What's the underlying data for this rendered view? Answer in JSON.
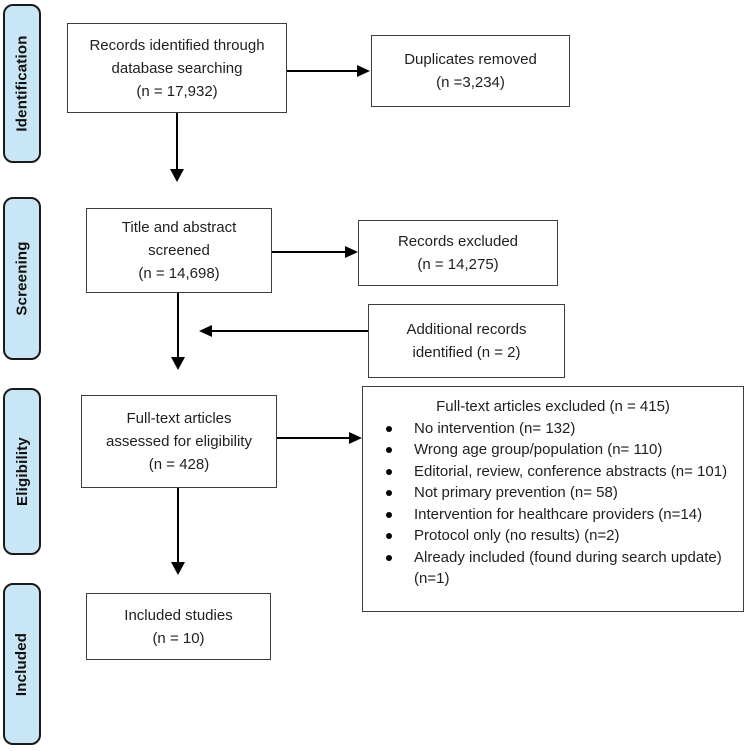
{
  "diagram": {
    "colors": {
      "stage_fill": "#c9e6f6",
      "stage_border": "#1a1a1a",
      "box_border": "#3d3d3d",
      "text": "#1f1f1f",
      "arrow": "#000000"
    },
    "sidebar": {
      "stages": [
        {
          "label": "Identification"
        },
        {
          "label": "Screening"
        },
        {
          "label": "Eligibility"
        },
        {
          "label": "Included"
        }
      ]
    },
    "boxes": {
      "records_identified": {
        "lines": [
          "Records identified through",
          "database searching",
          "(n = 17,932)"
        ]
      },
      "duplicates_removed": {
        "lines": [
          "Duplicates removed",
          "(n =3,234)"
        ]
      },
      "title_abstract_screened": {
        "lines": [
          "Title and abstract",
          "screened",
          "(n = 14,698)"
        ]
      },
      "records_excluded": {
        "lines": [
          "Records excluded",
          "(n = 14,275)"
        ]
      },
      "additional_records": {
        "lines": [
          "Additional records",
          "identified (n = 2)"
        ]
      },
      "fulltext_assessed": {
        "lines": [
          "Full-text articles",
          "assessed for eligibility",
          "(n = 428)"
        ]
      },
      "fulltext_excluded": {
        "title": "Full-text articles excluded (n = 415)",
        "bullets": [
          "No intervention (n= 132)",
          "Wrong age group/population (n= 110)",
          "Editorial, review, conference abstracts (n= 101)",
          "Not primary prevention (n= 58)",
          "Intervention for healthcare providers (n=14)",
          "Protocol only (no results) (n=2)",
          "Already included (found during search update) (n=1)"
        ]
      },
      "included_studies": {
        "lines": [
          "Included studies",
          "(n = 10)"
        ]
      }
    }
  }
}
